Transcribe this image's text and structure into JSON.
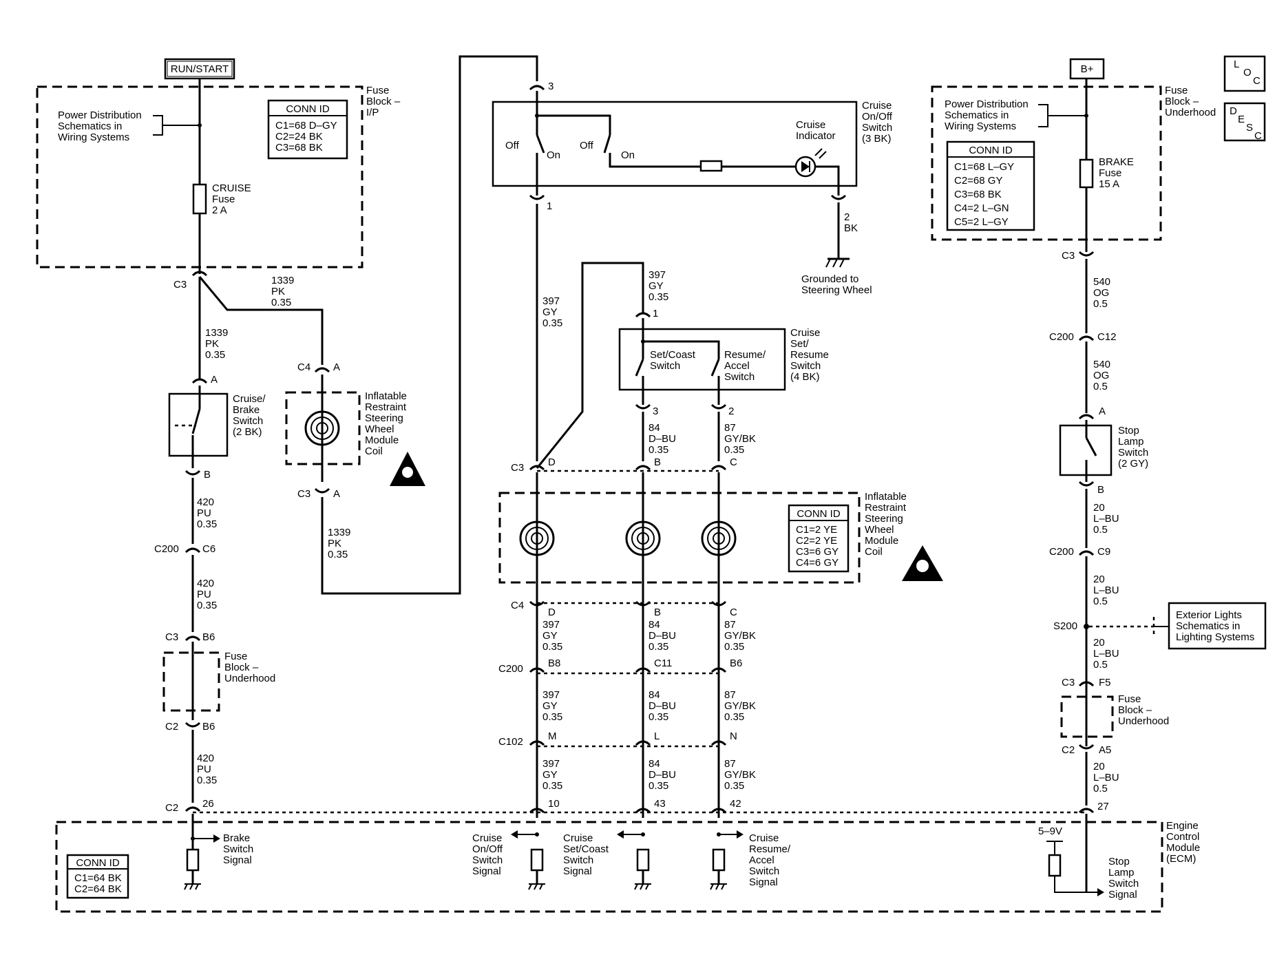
{
  "top_labels": {
    "run_start": "RUN/START",
    "b_plus": "B+",
    "loc": [
      "L",
      "O",
      "C"
    ],
    "desc": [
      "D",
      "E",
      "S",
      "C"
    ]
  },
  "fuse_block_ip": {
    "title": [
      "Fuse",
      "Block –",
      "I/P"
    ],
    "power_dist": [
      "Power Distribution",
      "Schematics in",
      "Wiring Systems"
    ],
    "conn_title": "CONN ID",
    "conn": [
      "C1=68 D–GY",
      "C2=24 BK",
      "C3=68 BK"
    ],
    "fuse": [
      "CRUISE",
      "Fuse",
      "2 A"
    ]
  },
  "fuse_block_uh": {
    "title": [
      "Fuse",
      "Block –",
      "Underhood"
    ],
    "power_dist": [
      "Power Distribution",
      "Schematics in",
      "Wiring Systems"
    ],
    "conn_title": "CONN ID",
    "conn": [
      "C1=68 L–GY",
      "C2=68 GY",
      "C3=68 BK",
      "C4=2 L–GN",
      "C5=2 L–GY"
    ],
    "fuse": [
      "BRAKE",
      "Fuse",
      "15 A"
    ]
  },
  "cruise_onoff": {
    "title": [
      "Cruise",
      "On/Off",
      "Switch",
      "(3 BK)"
    ],
    "off": "Off",
    "on": "On",
    "indicator": [
      "Cruise",
      "Indicator"
    ],
    "pins": {
      "p3": "3",
      "p1": "1",
      "p2": "2"
    },
    "wire2": [
      "2",
      "BK"
    ],
    "ground": [
      "Grounded to",
      "Steering Wheel"
    ]
  },
  "set_resume": {
    "title": [
      "Cruise",
      "Set/",
      "Resume",
      "Switch",
      "(4 BK)"
    ],
    "set_coast": [
      "Set/Coast",
      "Switch"
    ],
    "resume": [
      "Resume/",
      "Accel",
      "Switch"
    ],
    "pins": {
      "p1": "1",
      "p3": "3",
      "p2": "2"
    }
  },
  "cruise_brake": {
    "title": [
      "Cruise/",
      "Brake",
      "Switch",
      "(2 BK)"
    ],
    "pin_a": "A",
    "pin_b": "B"
  },
  "coil_left": {
    "title": [
      "Inflatable",
      "Restraint",
      "Steering",
      "Wheel",
      "Module",
      "Coil"
    ]
  },
  "coil_mid": {
    "title": [
      "Inflatable",
      "Restraint",
      "Steering",
      "Wheel",
      "Module",
      "Coil"
    ],
    "conn_title": "CONN ID",
    "conn": [
      "C1=2 YE",
      "C2=2 YE",
      "C3=6 GY",
      "C4=6 GY"
    ]
  },
  "stop_lamp": {
    "title": [
      "Stop",
      "Lamp",
      "Switch",
      "(2 GY)"
    ],
    "pin_a": "A",
    "pin_b": "B"
  },
  "fuse_uh_left": {
    "title": [
      "Fuse",
      "Block –",
      "Underhood"
    ]
  },
  "fuse_uh_right": {
    "title": [
      "Fuse",
      "Block –",
      "Underhood"
    ]
  },
  "exterior": [
    "Exterior Lights",
    "Schematics in",
    "Lighting Systems"
  ],
  "ecm": {
    "title": [
      "Engine",
      "Control",
      "Module",
      "(ECM)"
    ],
    "conn_title": "CONN ID",
    "conn": [
      "C1=64 BK",
      "C2=64 BK"
    ],
    "brake_sig": [
      "Brake",
      "Switch",
      "Signal"
    ],
    "onoff_sig": [
      "Cruise",
      "On/Off",
      "Switch",
      "Signal"
    ],
    "setcoast_sig": [
      "Cruise",
      "Set/Coast",
      "Switch",
      "Signal"
    ],
    "resume_sig": [
      "Cruise",
      "Resume/",
      "Accel",
      "Switch",
      "Signal"
    ],
    "stop_sig": [
      "Stop",
      "Lamp",
      "Switch",
      "Signal"
    ],
    "volt": "5–9V"
  },
  "wires": {
    "pk1339": [
      "1339",
      "PK",
      "0.35"
    ],
    "pu420": [
      "420",
      "PU",
      "0.35"
    ],
    "gy397": [
      "397",
      "GY",
      "0.35"
    ],
    "dbu84": [
      "84",
      "D–BU",
      "0.35"
    ],
    "gybk87": [
      "87",
      "GY/BK",
      "0.35"
    ],
    "og540": [
      "540",
      "OG",
      "0.5"
    ],
    "lbu20": [
      "20",
      "L–BU",
      "0.5"
    ]
  },
  "connectors": {
    "c2": "C2",
    "c3": "C3",
    "c4": "C4",
    "c200": "C200",
    "c102": "C102",
    "s200": "S200",
    "a": "A",
    "b": "B",
    "c": "C",
    "d": "D",
    "l": "L",
    "m": "M",
    "n": "N",
    "b6": "B6",
    "b8": "B8",
    "c6": "C6",
    "c9": "C9",
    "c11": "C11",
    "c12": "C12",
    "f5": "F5",
    "a5": "A5",
    "p10": "10",
    "p26": "26",
    "p27": "27",
    "p42": "42",
    "p43": "43"
  }
}
